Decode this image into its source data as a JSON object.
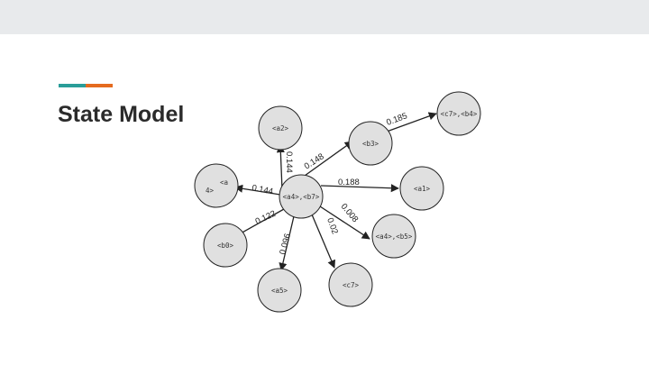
{
  "slide": {
    "title": "State Model",
    "colors": {
      "accent_left": "#2a9d99",
      "accent_right": "#e56b1f",
      "node_fill": "#e0e0e0",
      "node_stroke": "#222222"
    }
  },
  "diagram": {
    "nodes": [
      {
        "id": "center",
        "label": "<a4>,<b7>"
      },
      {
        "id": "a2",
        "label": "<a2>"
      },
      {
        "id": "b3",
        "label": "<b3>"
      },
      {
        "id": "c7b4",
        "label": "<c7>,<b4>"
      },
      {
        "id": "a4",
        "label_lines": [
          "<a",
          "4>"
        ]
      },
      {
        "id": "a1",
        "label": "<a1>"
      },
      {
        "id": "b0",
        "label": "<b0>"
      },
      {
        "id": "a5",
        "label": "<a5>"
      },
      {
        "id": "c7",
        "label": "<c7>"
      },
      {
        "id": "a4b5",
        "label": "<a4>,<b5>"
      }
    ],
    "edges": [
      {
        "from": "center",
        "to": "a2",
        "label": "0.144"
      },
      {
        "from": "center",
        "to": "b3",
        "label": "0.148"
      },
      {
        "from": "b3",
        "to": "c7b4",
        "label": "0.185"
      },
      {
        "from": "center",
        "to": "a4",
        "label": "0.144"
      },
      {
        "from": "center",
        "to": "a1",
        "label": "0.188"
      },
      {
        "from": "center",
        "to": "b0",
        "label": "0.122"
      },
      {
        "from": "center",
        "to": "a5",
        "label": "0.096"
      },
      {
        "from": "center",
        "to": "c7",
        "label": "0.02"
      },
      {
        "from": "center",
        "to": "a4b5",
        "label": "0.008"
      }
    ]
  }
}
